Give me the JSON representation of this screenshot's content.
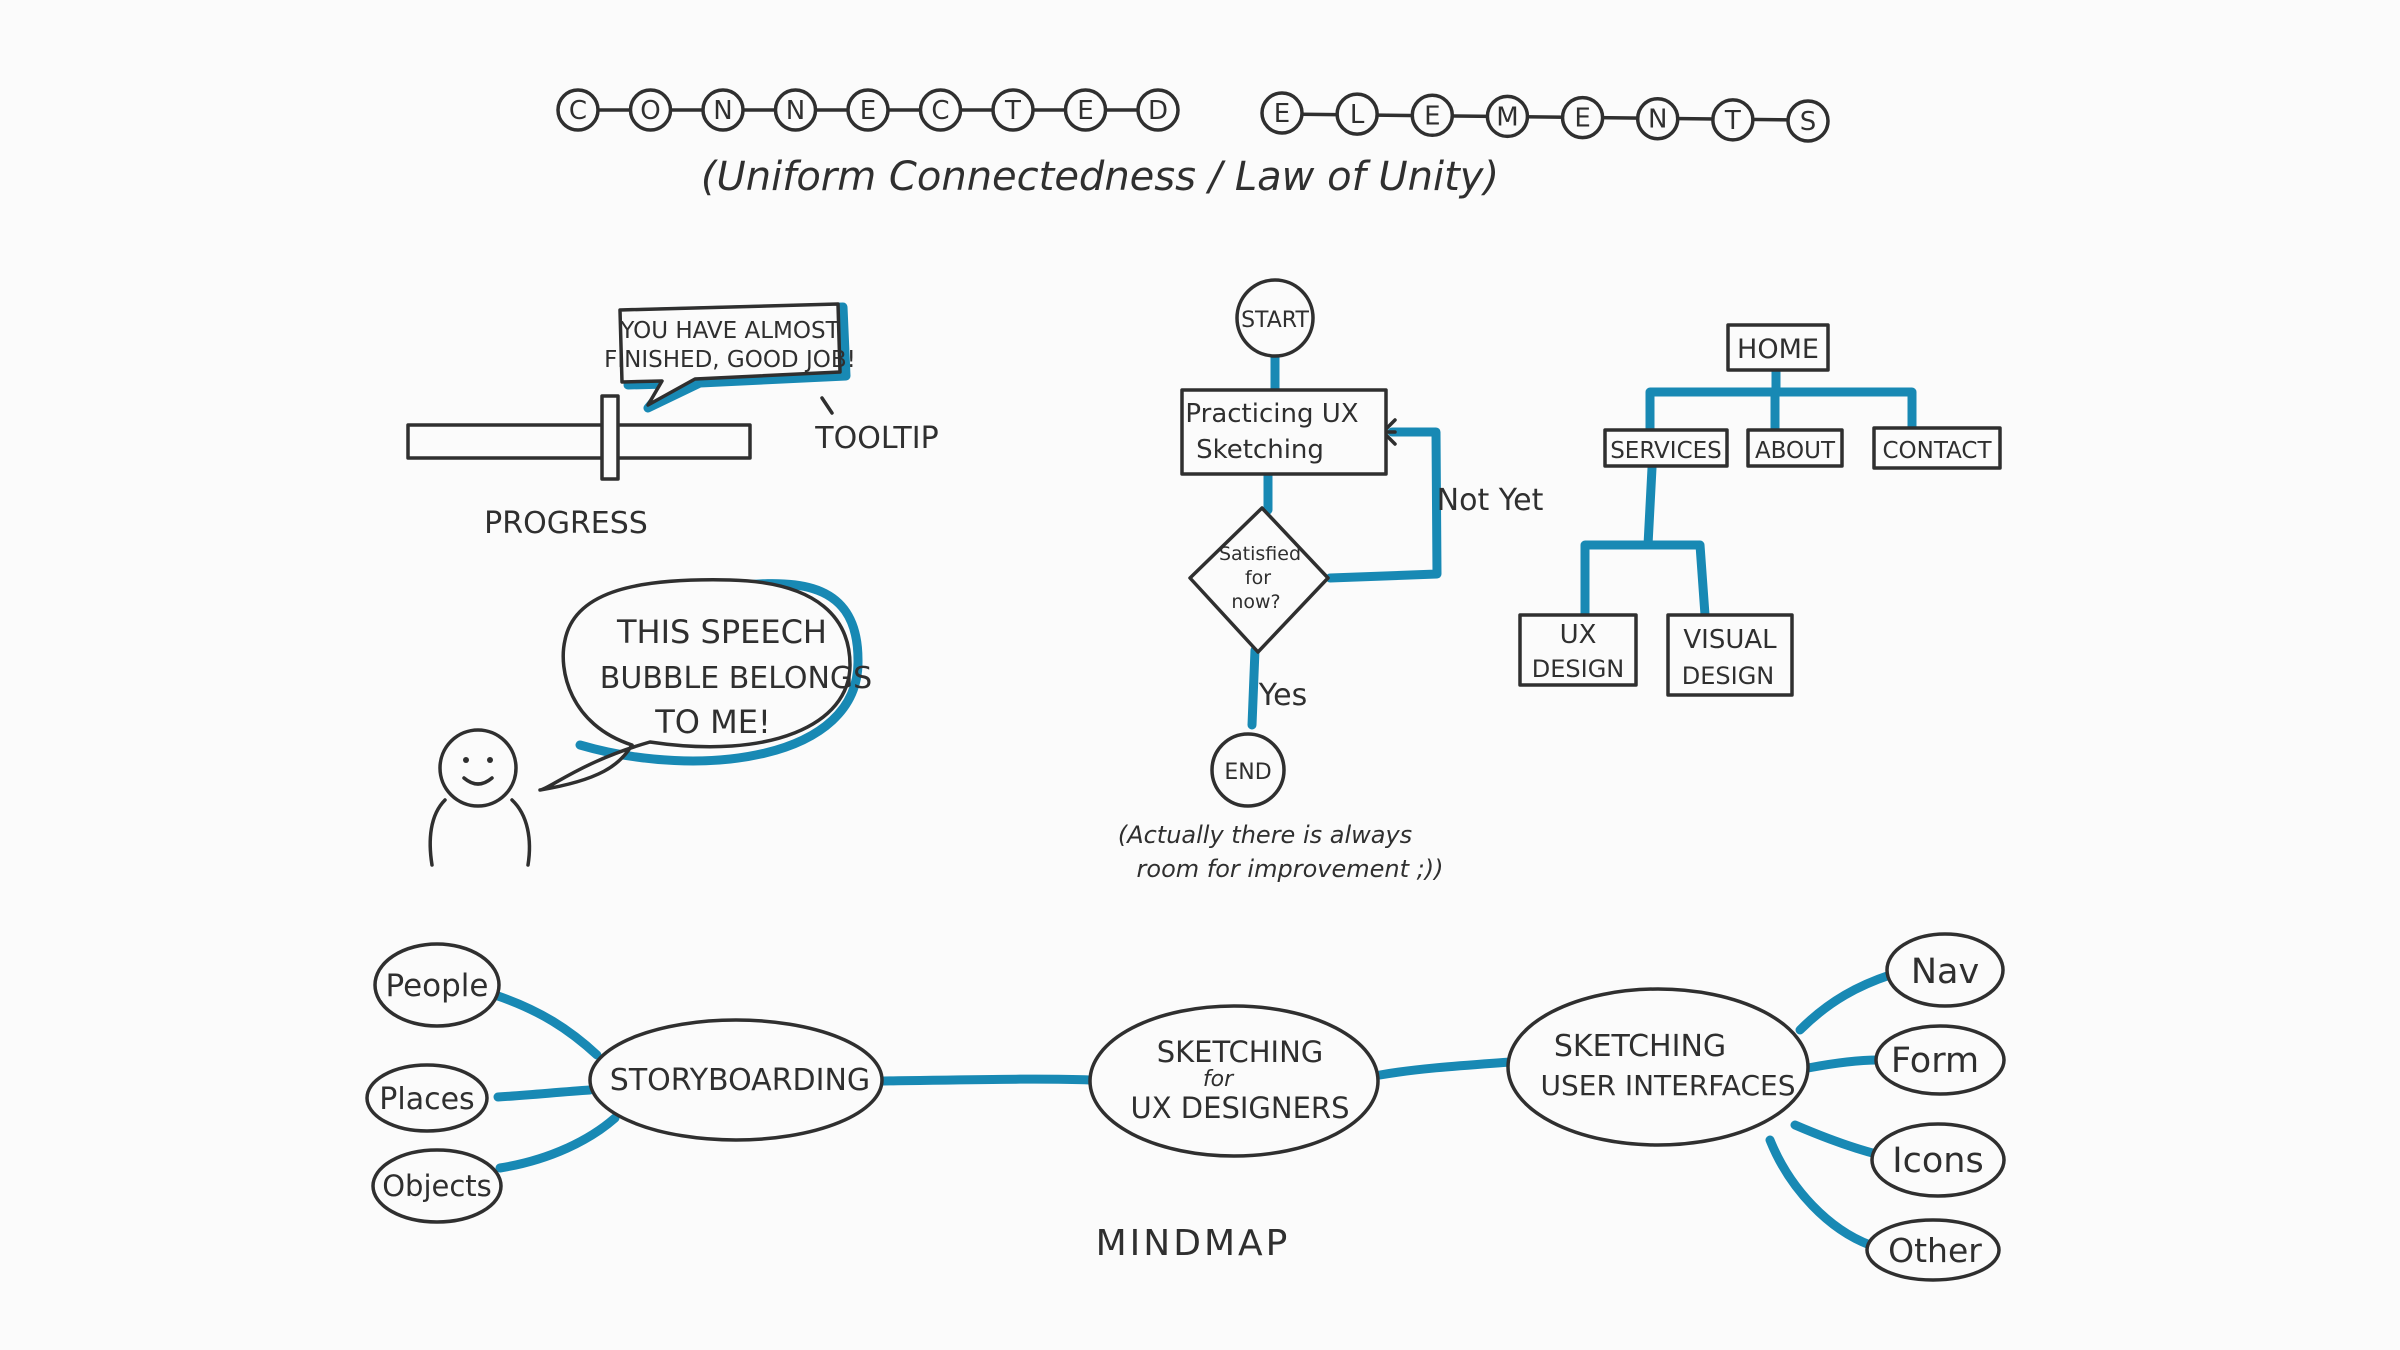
{
  "title": {
    "word1": [
      "C",
      "O",
      "N",
      "N",
      "E",
      "C",
      "T",
      "E",
      "D"
    ],
    "word2": [
      "E",
      "L",
      "E",
      "M",
      "E",
      "N",
      "T",
      "S"
    ],
    "subtitle": "(Uniform Connectedness / Law of Unity)"
  },
  "progress": {
    "tooltip_line1": "YOU HAVE ALMOST",
    "tooltip_line2": "FINISHED, GOOD JOB!",
    "tooltip_label": "TOOLTIP",
    "bar_label": "PROGRESS"
  },
  "speech": {
    "line1": "THIS SPEECH",
    "line2": "BUBBLE BELONGS",
    "line3": "TO ME!"
  },
  "flowchart": {
    "start": "START",
    "step_line1": "Practicing UX",
    "step_line2": "Sketching",
    "decision_line1": "Satisfied",
    "decision_line2": "for",
    "decision_line3": "now?",
    "not_yet": "Not Yet",
    "yes": "Yes",
    "end": "END",
    "note_line1": "(Actually there is always",
    "note_line2": "room for improvement ;))"
  },
  "sitemap": {
    "home": "HOME",
    "services": "SERVICES",
    "about": "ABOUT",
    "contact": "CONTACT",
    "ux_line1": "UX",
    "ux_line2": "DESIGN",
    "visual_line1": "VISUAL",
    "visual_line2": "DESIGN"
  },
  "mindmap": {
    "label": "MINDMAP",
    "storyboarding": "STORYBOARDING",
    "center_line1": "SKETCHING",
    "center_line2": "for",
    "center_line3": "UX DESIGNERS",
    "ui_line1": "SKETCHING",
    "ui_line2": "USER INTERFACES",
    "people": "People",
    "places": "Places",
    "objects": "Objects",
    "nav": "Nav",
    "form": "Form",
    "icons": "Icons",
    "other": "Other"
  },
  "colors": {
    "ink": "#2f2f2f",
    "accent": "#1889b4",
    "paper": "#fbfbfb"
  }
}
